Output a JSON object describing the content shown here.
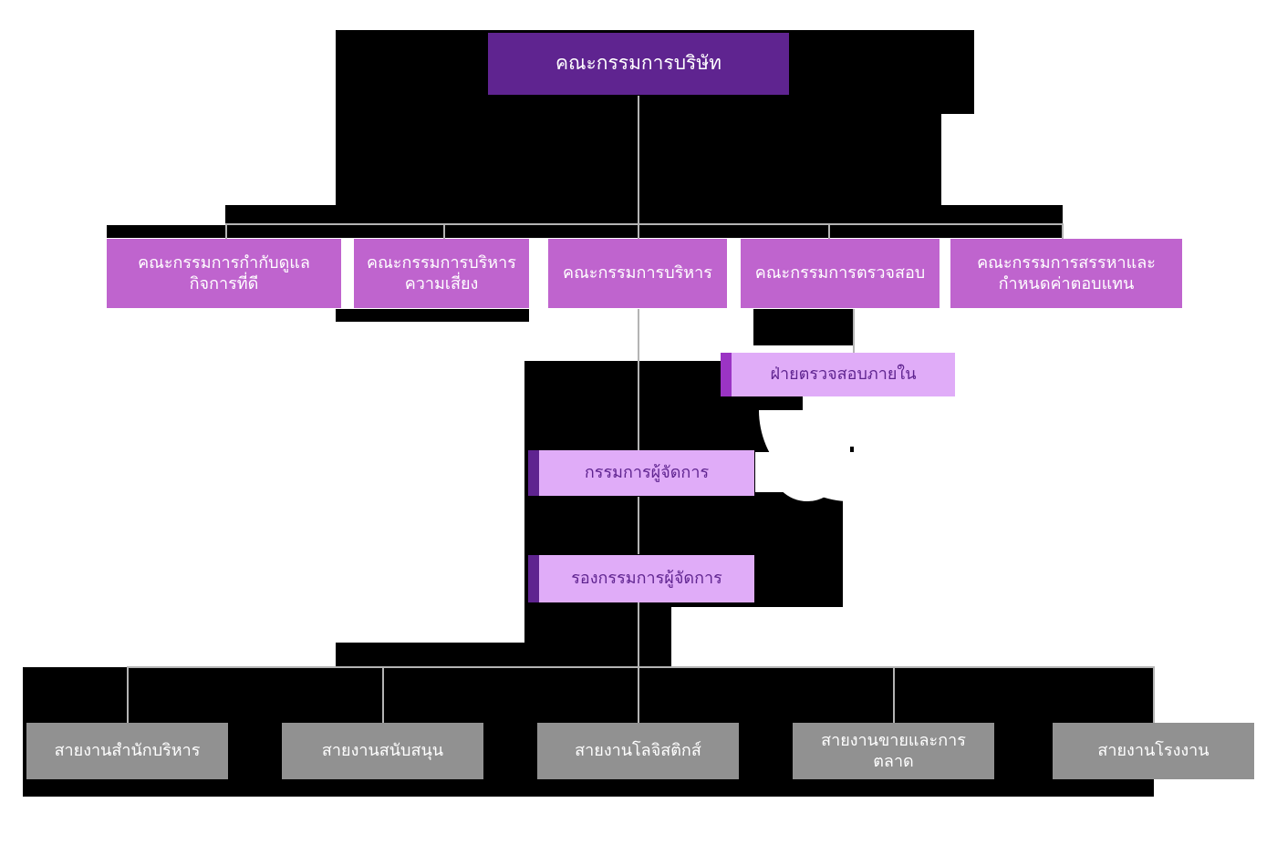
{
  "chart_data": {
    "type": "diagram",
    "diagram_type": "organization-chart",
    "title": "",
    "language": "th",
    "colors": {
      "board": "#5F2490",
      "committee": "#BF64CE",
      "executive_fill": "#E0ACF8",
      "executive_accent": "#9B34C4",
      "executive_accent_deep": "#5F2490",
      "division": "#919191",
      "connector": "#b4b4b4",
      "backdrop": "#000000",
      "page": "#ffffff"
    },
    "levels": [
      {
        "level": 1,
        "nodes": [
          "board"
        ]
      },
      {
        "level": 2,
        "nodes": [
          "governance",
          "risk",
          "executive",
          "audit",
          "nomination"
        ]
      },
      {
        "level": 3,
        "nodes": [
          "internal_audit"
        ]
      },
      {
        "level": 4,
        "nodes": [
          "managing_director"
        ]
      },
      {
        "level": 5,
        "nodes": [
          "deputy_managing_director"
        ]
      },
      {
        "level": 6,
        "nodes": [
          "admin_office",
          "support",
          "logistics",
          "sales_marketing",
          "factory"
        ]
      }
    ]
  },
  "board": {
    "label": "คณะกรรมการบริษัท"
  },
  "committees": [
    {
      "id": "governance",
      "label": "คณะกรรมการกำกับดูแลกิจการที่ดี"
    },
    {
      "id": "risk",
      "label": "คณะกรรมการบริหารความเสี่ยง"
    },
    {
      "id": "executive",
      "label": "คณะกรรมการบริหาร"
    },
    {
      "id": "audit",
      "label": "คณะกรรมการตรวจสอบ"
    },
    {
      "id": "nomination",
      "label": "คณะกรรมการสรรหาและกำหนดค่าตอบแทน"
    }
  ],
  "executives": [
    {
      "id": "internal_audit",
      "label": "ฝ่ายตรวจสอบภายใน"
    },
    {
      "id": "managing_director",
      "label": "กรรมการผู้จัดการ"
    },
    {
      "id": "deputy_managing_director",
      "label": "รองกรรมการผู้จัดการ"
    }
  ],
  "divisions": [
    {
      "id": "admin_office",
      "label": "สายงานสำนักบริหาร"
    },
    {
      "id": "support",
      "label": "สายงานสนับสนุน"
    },
    {
      "id": "logistics",
      "label": "สายงานโลจิสติกส์"
    },
    {
      "id": "sales_marketing",
      "label": "สายงานขายและการตลาด"
    },
    {
      "id": "factory",
      "label": "สายงานโรงงาน"
    }
  ]
}
